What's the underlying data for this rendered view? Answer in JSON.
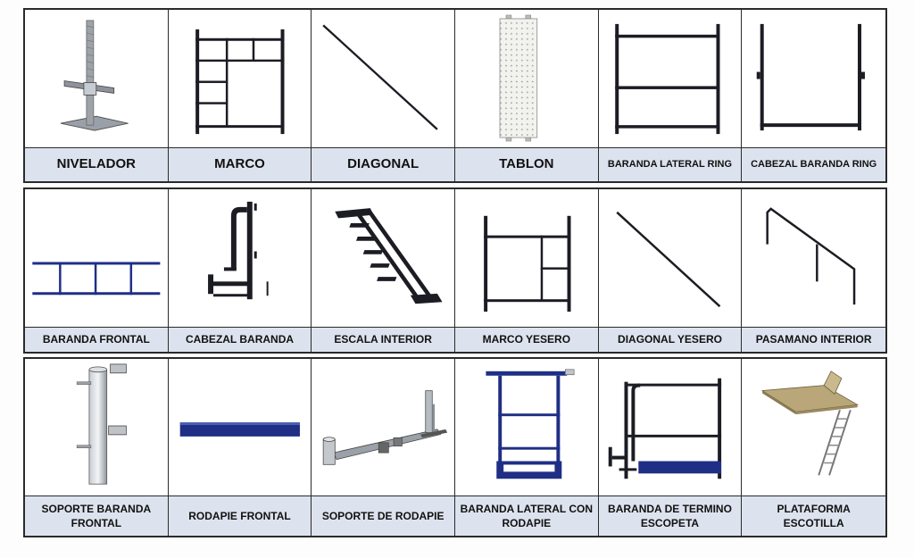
{
  "rows": [
    {
      "items": [
        {
          "label": "NIVELADOR",
          "icon": "leveling-jack-icon"
        },
        {
          "label": "MARCO",
          "icon": "scaffold-frame-icon"
        },
        {
          "label": "DIAGONAL",
          "icon": "diagonal-brace-icon"
        },
        {
          "label": "TABLON",
          "icon": "plank-icon"
        },
        {
          "label": "BARANDA LATERAL RING",
          "icon": "side-guardrail-icon"
        },
        {
          "label": "CABEZAL BARANDA RING",
          "icon": "head-guardrail-icon"
        }
      ]
    },
    {
      "items": [
        {
          "label": "BARANDA FRONTAL",
          "icon": "front-guardrail-icon"
        },
        {
          "label": "CABEZAL BARANDA",
          "icon": "guardrail-head-icon"
        },
        {
          "label": "ESCALA INTERIOR",
          "icon": "interior-stair-icon"
        },
        {
          "label": "MARCO YESERO",
          "icon": "plasterer-frame-icon"
        },
        {
          "label": "DIAGONAL YESERO",
          "icon": "plasterer-diagonal-icon"
        },
        {
          "label": "PASAMANO INTERIOR",
          "icon": "interior-handrail-icon"
        }
      ]
    },
    {
      "items": [
        {
          "label": "SOPORTE BARANDA FRONTAL",
          "icon": "front-rail-support-icon"
        },
        {
          "label": "RODAPIE FRONTAL",
          "icon": "front-toeboard-icon"
        },
        {
          "label": "SOPORTE DE RODAPIE",
          "icon": "toeboard-support-icon"
        },
        {
          "label": "BARANDA LATERAL CON RODAPIE",
          "icon": "side-rail-toeboard-icon"
        },
        {
          "label": "BARANDA DE TERMINO ESCOPETA",
          "icon": "end-rail-icon"
        },
        {
          "label": "PLATAFORMA ESCOTILLA",
          "icon": "hatch-platform-icon"
        }
      ]
    }
  ],
  "colors": {
    "label_bg": "#dde3ee",
    "steel": "#1c1c24",
    "navy": "#1f2f86",
    "wood": "#b9a77a"
  }
}
